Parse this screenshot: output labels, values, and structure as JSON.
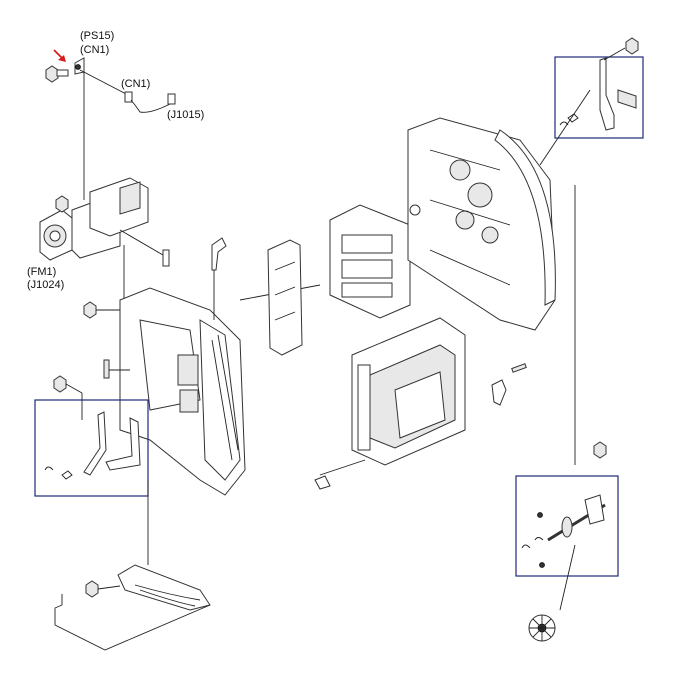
{
  "diagram": {
    "labels": {
      "ps15": "(PS15)",
      "cn1_top": "(CN1)",
      "cn1_cable": "(CN1)",
      "j1015": "(J1015)",
      "fm1": "(FM1)",
      "j1024": "(J1024)"
    },
    "colors": {
      "callout_box": "#1f2a78",
      "pointer_arrow": "#d81b1b",
      "line_art": "#333333"
    }
  }
}
